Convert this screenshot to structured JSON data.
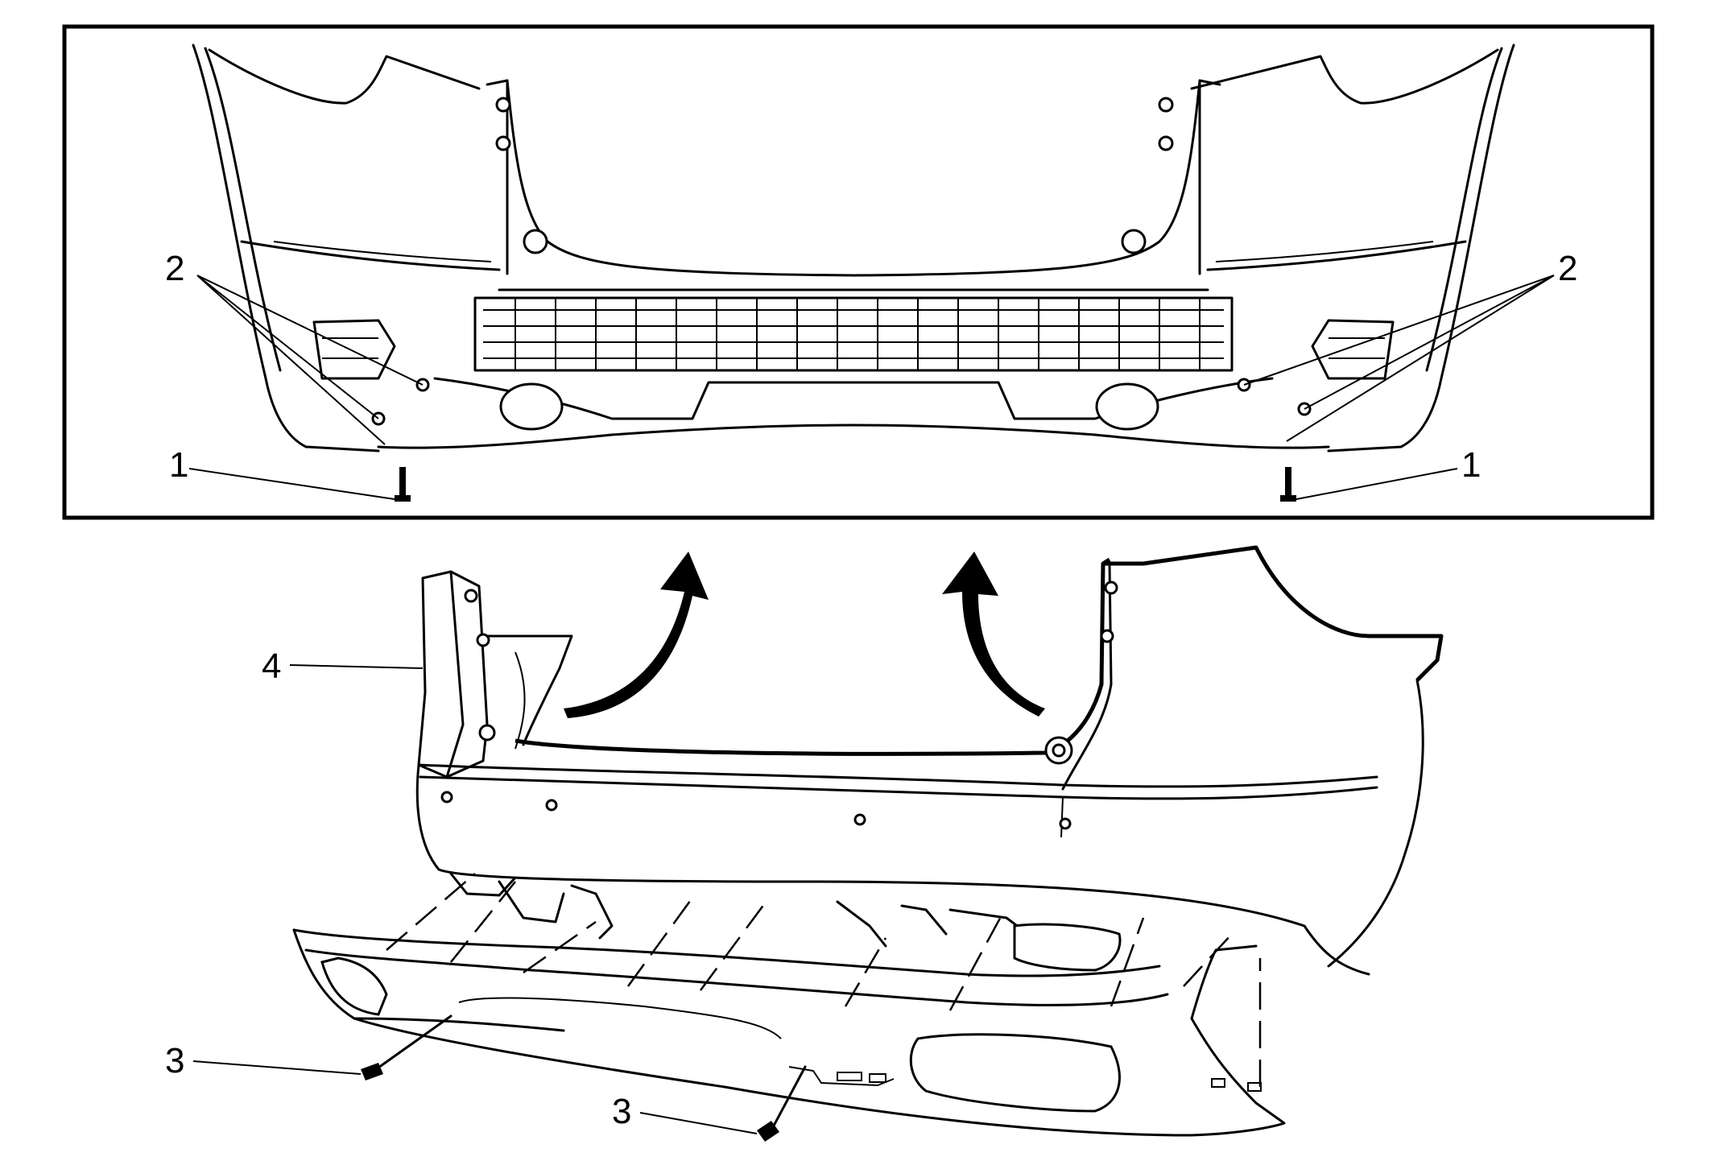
{
  "callouts": {
    "c1_left": "1",
    "c1_right": "1",
    "c2_left": "2",
    "c2_right": "2",
    "c3_left": "3",
    "c3_bottom": "3",
    "c4": "4"
  },
  "colors": {
    "line": "#000000",
    "background": "#ffffff"
  }
}
